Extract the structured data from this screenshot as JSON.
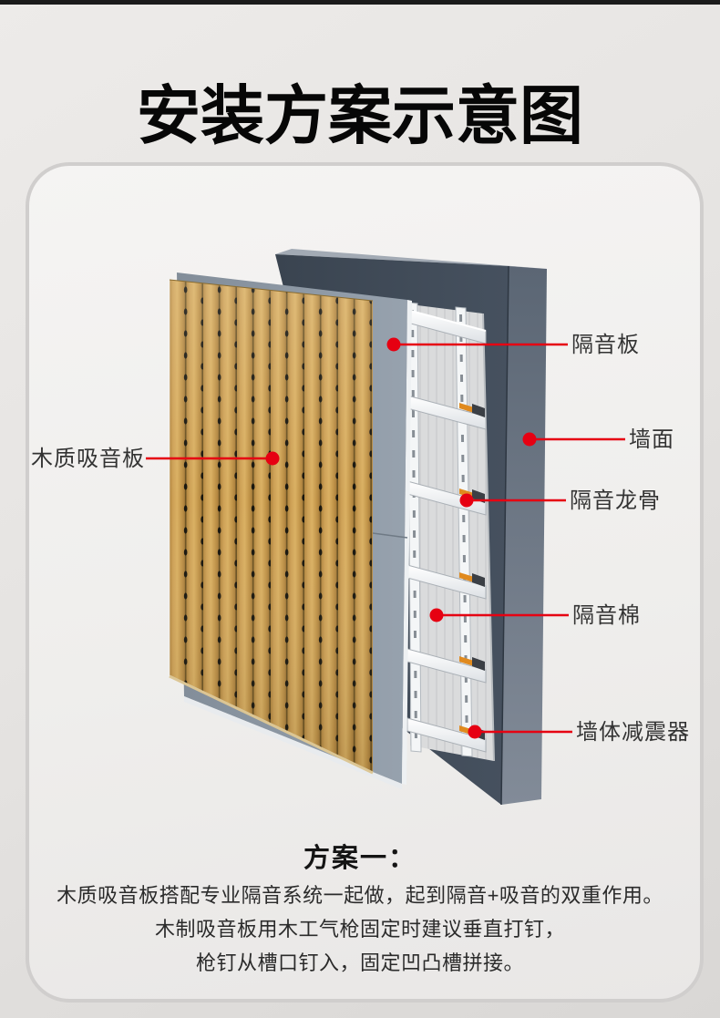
{
  "page": {
    "title": "安装方案示意图"
  },
  "diagram": {
    "labels": {
      "wood_panel": "木质吸音板",
      "insulation_board": "隔音板",
      "wall": "墙面",
      "keel": "隔音龙骨",
      "cotton": "隔音棉",
      "damper": "墙体减震器"
    },
    "colors": {
      "callout_red": "#e60012",
      "wood_base": "#c79a4d",
      "wall_front": "#414b58",
      "wall_side": "#6b7583",
      "insulation_board": "#8c97a3",
      "cotton": "#d9dadb",
      "keel_white": "#f7f8f9",
      "damper_orange": "#e08a1e"
    }
  },
  "plan": {
    "heading": "方案一：",
    "lines": [
      "木质吸音板搭配专业隔音系统一起做，起到隔音+吸音的双重作用。",
      "木制吸音板用木工气枪固定时建议垂直打钉，",
      "枪钉从槽口钉入，固定凹凸槽拼接。"
    ]
  }
}
